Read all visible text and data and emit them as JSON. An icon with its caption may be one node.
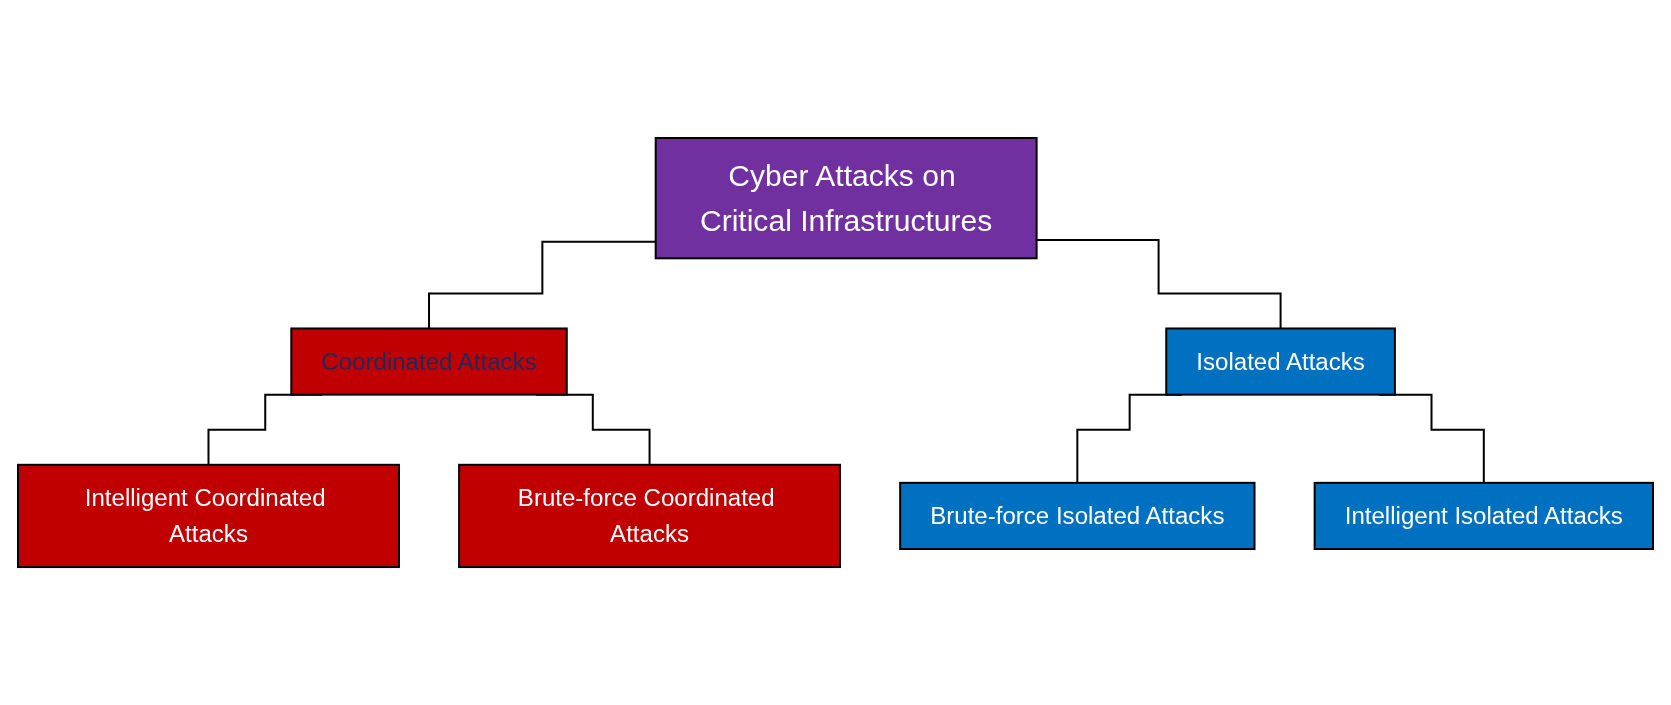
{
  "diagram": {
    "nodes": [
      {
        "text": [
          "Cyber Attacks on Critical Infrastructures"
        ]
      },
      {
        "text": [
          "Coordinated Attacks"
        ]
      },
      {
        "text": [
          "Isolated Attacks"
        ]
      },
      {
        "text": [
          "Intelligent Coordinated Attacks"
        ]
      },
      {
        "text": [
          "Brute-force Coordinated Attacks"
        ]
      },
      {
        "text": [
          "Brute-force Isolated Attacks"
        ]
      },
      {
        "text": [
          "Intelligent Isolated Attacks"
        ]
      }
    ],
    "edges": [
      {
        "from": 0,
        "to": 1,
        "arrow": "none"
      },
      {
        "from": 0,
        "to": 2,
        "arrow": "none"
      },
      {
        "from": 1,
        "to": 3,
        "arrow": "none"
      },
      {
        "from": 1,
        "to": 4,
        "arrow": "none"
      },
      {
        "from": 2,
        "to": 5,
        "arrow": "none"
      },
      {
        "from": 2,
        "to": 6,
        "arrow": "none"
      }
    ]
  }
}
